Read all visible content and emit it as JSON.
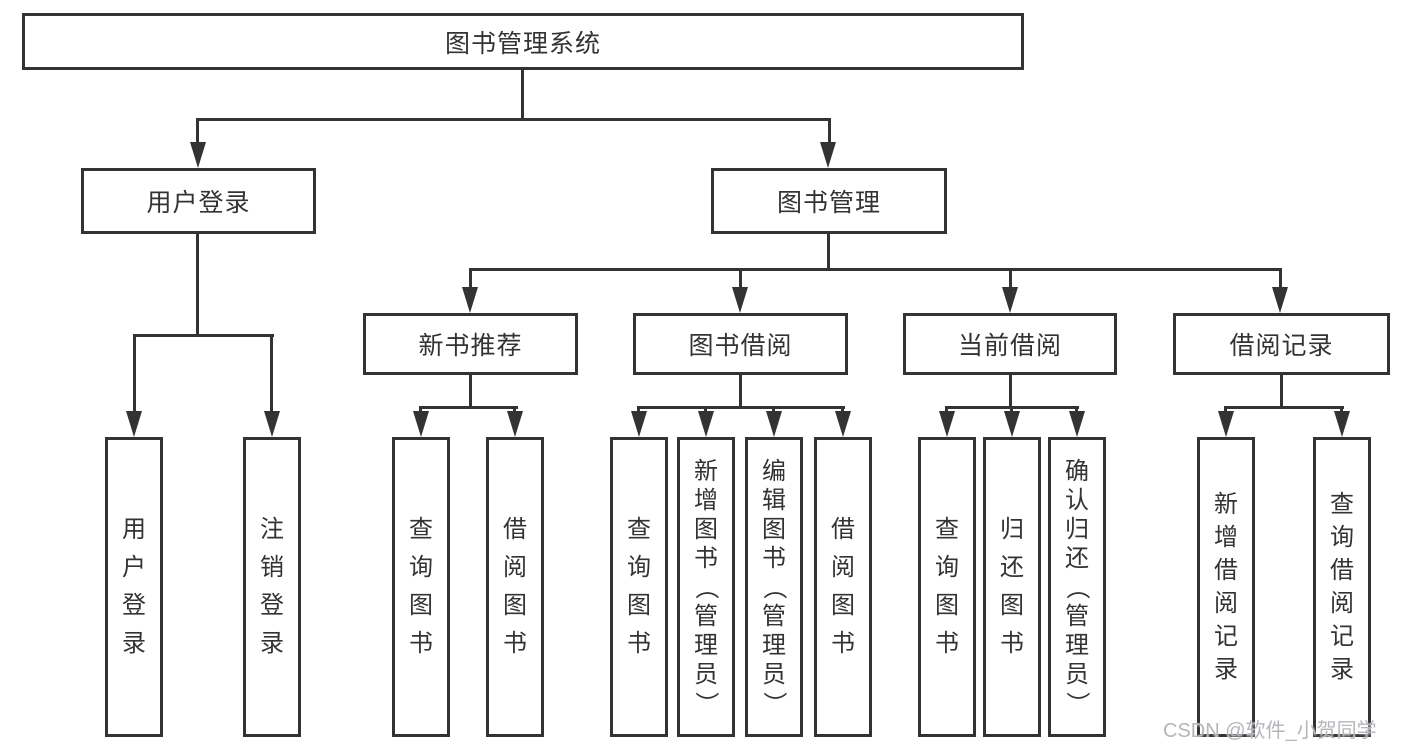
{
  "tree": {
    "root": {
      "label": "图书管理系统"
    },
    "user_login": {
      "label": "用户登录",
      "children": [
        {
          "label": "用户登录"
        },
        {
          "label": "注销登录"
        }
      ]
    },
    "book_mgmt": {
      "label": "图书管理",
      "children": [
        {
          "label": "新书推荐",
          "children": [
            {
              "label": "查询图书"
            },
            {
              "label": "借阅图书"
            }
          ]
        },
        {
          "label": "图书借阅",
          "children": [
            {
              "label": "查询图书"
            },
            {
              "label": "新增图书（管理员）"
            },
            {
              "label": "编辑图书（管理员）"
            },
            {
              "label": "借阅图书"
            }
          ]
        },
        {
          "label": "当前借阅",
          "children": [
            {
              "label": "查询图书"
            },
            {
              "label": "归还图书"
            },
            {
              "label": "确认归还（管理员）"
            }
          ]
        },
        {
          "label": "借阅记录",
          "children": [
            {
              "label": "新增借阅记录"
            },
            {
              "label": "查询借阅记录"
            }
          ]
        }
      ]
    }
  },
  "watermark": {
    "text": "CSDN @软件_小贺同学"
  },
  "colors": {
    "line": "#333333",
    "text": "#333333",
    "background": "#ffffff",
    "watermark": "#b3b6ba"
  }
}
